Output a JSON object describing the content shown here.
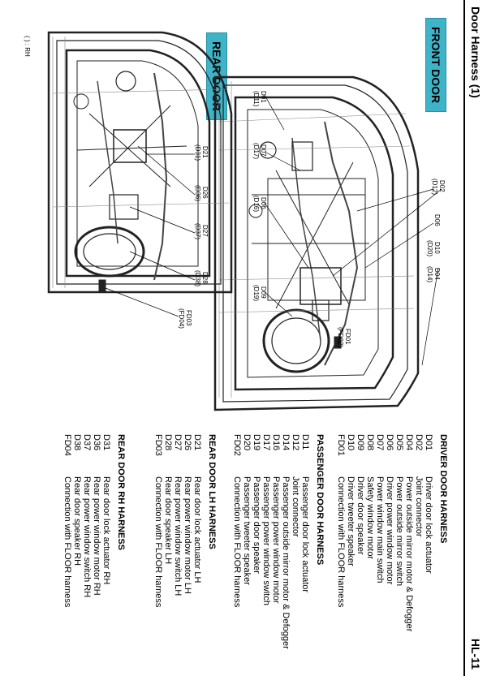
{
  "header": {
    "title": "Door Harness (1)",
    "page": "HL-11"
  },
  "sections": {
    "front": "FRONT DOOR",
    "rear": "REAR DOOR"
  },
  "footer_note": "( ) : RH",
  "front_callouts": [
    {
      "code": "D01",
      "rh": "(D11)"
    },
    {
      "code": "D02",
      "rh": "(D12)"
    },
    {
      "code": "D06",
      "rh": ""
    },
    {
      "code": "D10",
      "rh": "(D20)"
    },
    {
      "code": "D04",
      "rh": "(D14)"
    },
    {
      "code": "D07",
      "rh": "(D17)"
    },
    {
      "code": "D06",
      "rh": "(D16)"
    },
    {
      "code": "D09",
      "rh": "(D19)"
    },
    {
      "code": "FD01",
      "rh": "(FD02)"
    }
  ],
  "rear_callouts": [
    {
      "code": "D21",
      "rh": "(D31)"
    },
    {
      "code": "D26",
      "rh": "(D36)"
    },
    {
      "code": "D27",
      "rh": "(D37)"
    },
    {
      "code": "D28",
      "rh": "(D38)"
    },
    {
      "code": "FD03",
      "rh": "(FD04)"
    }
  ],
  "harness_lists": [
    {
      "title": "DRIVER DOOR HARNESS",
      "items": [
        {
          "code": "D01",
          "desc": "Driver door lock actuator"
        },
        {
          "code": "D02",
          "desc": "Joint connector"
        },
        {
          "code": "D04",
          "desc": "Power outside mirror motor & Defogger"
        },
        {
          "code": "D05",
          "desc": "Power outside mirror switch"
        },
        {
          "code": "D06",
          "desc": "Driver power window motor"
        },
        {
          "code": "D07",
          "desc": "Power window main switch"
        },
        {
          "code": "D08",
          "desc": "Safety window motor"
        },
        {
          "code": "D09",
          "desc": "Driver door speaker"
        },
        {
          "code": "D10",
          "desc": "Driver tweeter speaker"
        },
        {
          "code": "FD01",
          "desc": "Connection with FLOOR harness"
        }
      ]
    },
    {
      "title": "PASSENGER DOOR HARNESS",
      "items": [
        {
          "code": "D11",
          "desc": "Passenger door lock actuator"
        },
        {
          "code": "D12",
          "desc": "Joint connector"
        },
        {
          "code": "D14",
          "desc": "Passenger outside mirror motor & Defogger"
        },
        {
          "code": "D16",
          "desc": "Passenger power window motor"
        },
        {
          "code": "D17",
          "desc": "Passenger power window switch"
        },
        {
          "code": "D19",
          "desc": "Passenger door speaker"
        },
        {
          "code": "D20",
          "desc": "Passenger tweeter speaker"
        },
        {
          "code": "FD02",
          "desc": "Connection with FLOOR harness"
        }
      ]
    },
    {
      "title": "REAR DOOR LH HARNESS",
      "items": [
        {
          "code": "D21",
          "desc": "Rear door lock actuator LH"
        },
        {
          "code": "D26",
          "desc": "Rear power window motor LH"
        },
        {
          "code": "D27",
          "desc": "Rear power window switch LH"
        },
        {
          "code": "D28",
          "desc": "Rear door speaker LH"
        },
        {
          "code": "FD03",
          "desc": "Connection with FLOOR harness"
        }
      ]
    },
    {
      "title": "REAR DOOR RH HARNESS",
      "items": [
        {
          "code": "D31",
          "desc": "Rear door lock actuator RH"
        },
        {
          "code": "D36",
          "desc": "Rear power window motor RH"
        },
        {
          "code": "D37",
          "desc": "Rear power window switch RH"
        },
        {
          "code": "D38",
          "desc": "Rear door speaker RH"
        },
        {
          "code": "FD04",
          "desc": "Connection with FLOOR harness"
        }
      ]
    }
  ]
}
